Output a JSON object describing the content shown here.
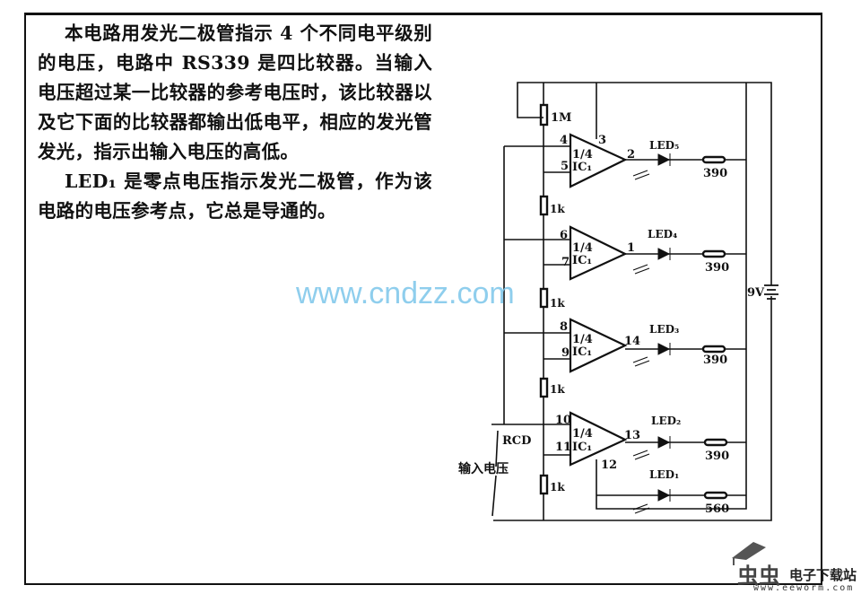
{
  "document": {
    "paragraph1": "本电路用发光二极管指示 4 个不同电平级别的电压，电路中 RS339 是四比较器。当输入电压超过某一比较器的参考电压时，该比较器以及它下面的比较器都输出低电平，相应的发光管发光，指示出输入电压的高低。",
    "paragraph2": "LED₁ 是零点电压指示发光二极管，作为该电路的电压参考点，它总是导通的。"
  },
  "watermark": "www.cndzz.com",
  "circuit": {
    "pot_label": "1M",
    "divider_resistors": [
      "1k",
      "1k",
      "1k",
      "1k"
    ],
    "comparators": [
      {
        "fraction": "1/4",
        "ic": "IC₁",
        "pin_in_top": "4",
        "pin_in_bottom": "5",
        "pin_out": "2",
        "pin_supply": "3",
        "led": "LED₅",
        "resistor": "390"
      },
      {
        "fraction": "1/4",
        "ic": "IC₁",
        "pin_in_top": "6",
        "pin_in_bottom": "7",
        "pin_out": "1",
        "led": "LED₄",
        "resistor": "390"
      },
      {
        "fraction": "1/4",
        "ic": "IC₁",
        "pin_in_top": "8",
        "pin_in_bottom": "9",
        "pin_out": "14",
        "led": "LED₃",
        "resistor": "390"
      },
      {
        "fraction": "1/4",
        "ic": "IC₁",
        "pin_in_top": "10",
        "pin_in_bottom": "11",
        "pin_out": "13",
        "pin_ground": "12",
        "led": "LED₂",
        "resistor": "390"
      }
    ],
    "zero_led": {
      "led": "LED₁",
      "resistor": "560"
    },
    "battery_label": "9V",
    "input_label": "RCD",
    "input_voltage_label": "输入电压"
  },
  "logo": {
    "mark": "虫虫",
    "name": "电子下载站",
    "url": "www.eeworm.com"
  }
}
